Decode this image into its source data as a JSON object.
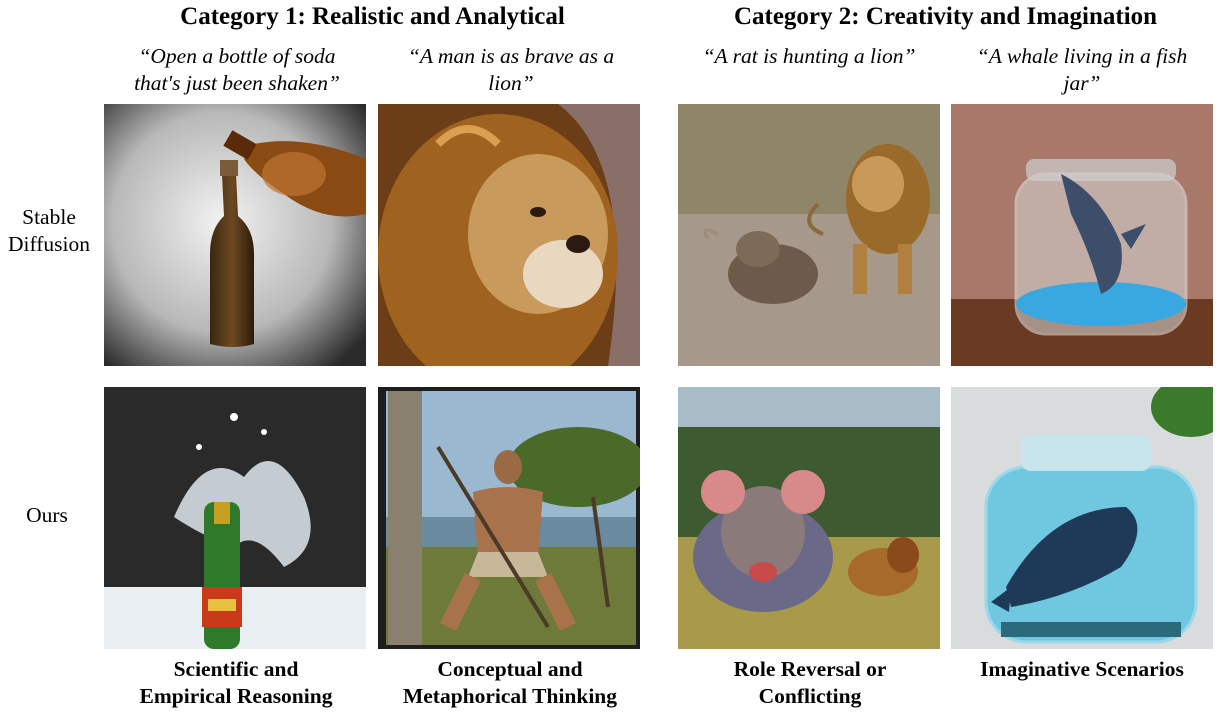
{
  "categories": [
    {
      "title": "Category 1: Realistic and Analytical"
    },
    {
      "title": "Category 2: Creativity and Imagination"
    }
  ],
  "prompts": [
    {
      "line1": "“Open a bottle of soda",
      "line2": "that's just been shaken”"
    },
    {
      "line1": "“A man is as brave as a",
      "line2": "lion”"
    },
    {
      "line1": "“A rat is hunting a lion”",
      "line2": ""
    },
    {
      "line1": "“A whale living in a fish",
      "line2": "jar”"
    }
  ],
  "rows": [
    {
      "label_line1": "Stable",
      "label_line2": "Diffusion"
    },
    {
      "label_line1": "Ours",
      "label_line2": ""
    }
  ],
  "captions": [
    {
      "line1": "Scientific and",
      "line2": "Empirical Reasoning"
    },
    {
      "line1": "Conceptual and",
      "line2": "Metaphorical Thinking"
    },
    {
      "line1": "Role Reversal or",
      "line2": "Conflicting"
    },
    {
      "line1": "Imaginative Scenarios",
      "line2": ""
    }
  ]
}
